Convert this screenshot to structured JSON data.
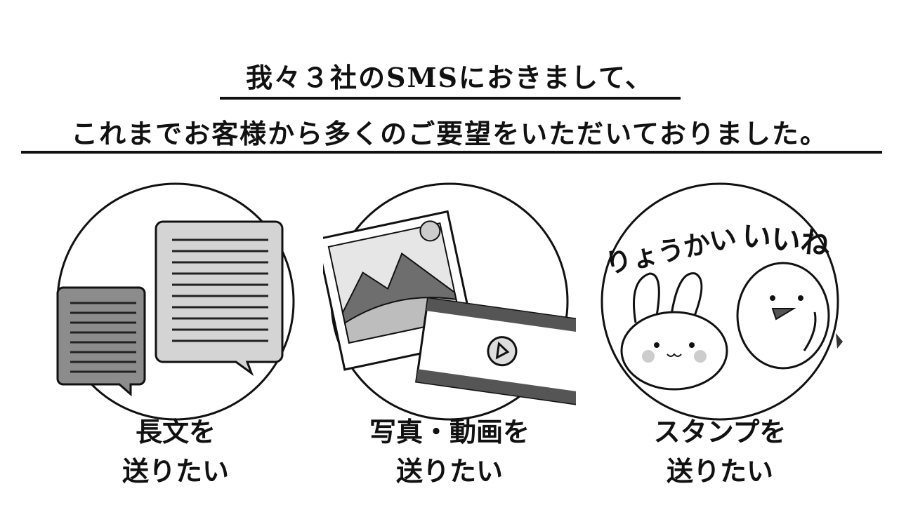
{
  "headline": {
    "line1": "我々３社のSMSにおきまして、",
    "line2": "これまでお客様から多くのご要望をいただいておりました。"
  },
  "features": [
    {
      "line1": "長文を",
      "line2": "送りたい",
      "icon": "speech-bubbles-icon"
    },
    {
      "line1": "写真・動画を",
      "line2": "送りたい",
      "icon": "photo-video-icon"
    },
    {
      "line1": "スタンプを",
      "line2": "送りたい",
      "icon": "stickers-icon",
      "sticker_text": [
        "りょうかい",
        "いいね"
      ]
    }
  ]
}
